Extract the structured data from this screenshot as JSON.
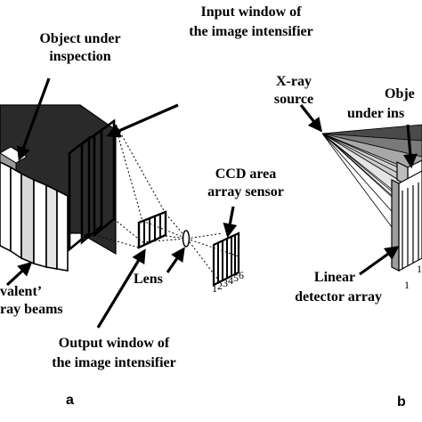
{
  "panel_a": {
    "label": "a",
    "object_label": [
      "Object under",
      "inspection"
    ],
    "input_window_label": [
      "Input window of",
      "the image intensifier"
    ],
    "ccd_label": [
      "CCD  area",
      "array sensor"
    ],
    "lens_label": "Lens",
    "output_window_label": [
      "Output window of",
      "the image intensifier"
    ],
    "equivalent_label": [
      "valent’",
      "ray beams"
    ],
    "pixel_numbers": [
      "1",
      "2",
      "3",
      "4",
      "5",
      "6"
    ]
  },
  "panel_b": {
    "label": "b",
    "xray_label": [
      "X-ray",
      "source"
    ],
    "object_label": [
      "Obje",
      "under ins"
    ],
    "detector_label": [
      "Linear",
      "detector array"
    ],
    "detector_numbers": [
      "1",
      "1"
    ]
  }
}
